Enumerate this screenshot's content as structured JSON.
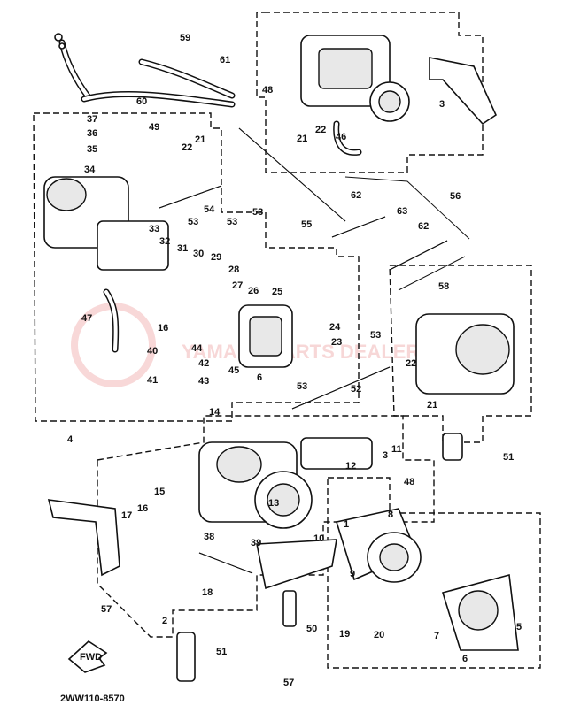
{
  "diagram": {
    "drawing_code": "2WW110-8570",
    "watermark": "YAMAHA PARTS DEALER YAMAHA",
    "direction_mark": "FWD",
    "callouts": [
      "1",
      "2",
      "3",
      "4",
      "5",
      "6",
      "7",
      "8",
      "9",
      "10",
      "11",
      "12",
      "13",
      "14",
      "15",
      "16",
      "17",
      "18",
      "19",
      "20",
      "21",
      "22",
      "23",
      "24",
      "25",
      "26",
      "27",
      "28",
      "29",
      "30",
      "31",
      "32",
      "33",
      "34",
      "35",
      "36",
      "37",
      "38",
      "39",
      "40",
      "41",
      "42",
      "43",
      "44",
      "45",
      "46",
      "47",
      "48",
      "49",
      "50",
      "51",
      "52",
      "53",
      "54",
      "55",
      "56",
      "57",
      "58",
      "59",
      "60",
      "61",
      "62",
      "63"
    ]
  }
}
